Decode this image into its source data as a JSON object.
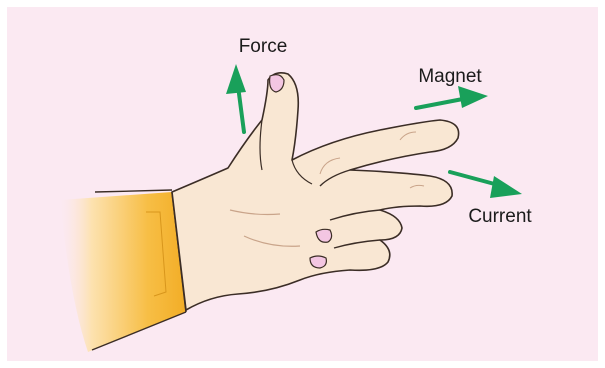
{
  "labels": {
    "force": "Force",
    "magnet": "Magnet",
    "current": "Current"
  },
  "colors": {
    "background": "#fbe9f2",
    "arrow": "#19a05a",
    "skin": "#f9e7d3",
    "skin_outline": "#3b2d26",
    "nail": "#f3c6e2",
    "sleeve_light": "#fce7c8",
    "sleeve_dark": "#f4b22e"
  },
  "icons": {
    "force_arrow": "arrow-up-icon",
    "magnet_arrow": "arrow-right-icon",
    "current_arrow": "arrow-down-right-icon"
  }
}
